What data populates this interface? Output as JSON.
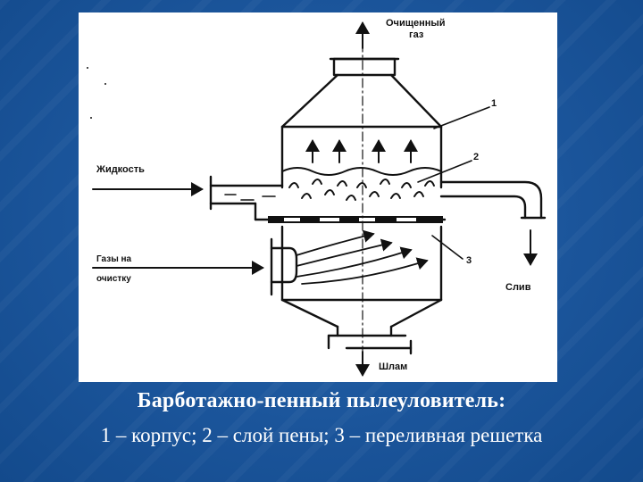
{
  "labels": {
    "clean_gas": "Очищенный",
    "clean_gas_2": "газ",
    "liquid": "Жидкость",
    "gases_in": "Газы на",
    "gases_in_2": "очистку",
    "drain": "Слив",
    "sludge": "Шлам",
    "n1": "1",
    "n2": "2",
    "n3": "3"
  },
  "caption": {
    "title": "Барботажно-пенный пылеуловитель:",
    "legend": "1 – корпус; 2 – слой пены; 3 – переливная решетка"
  },
  "colors": {
    "background": "#1b559b",
    "panel": "#ffffff",
    "ink": "#111111",
    "caption_text": "#ffffff"
  }
}
